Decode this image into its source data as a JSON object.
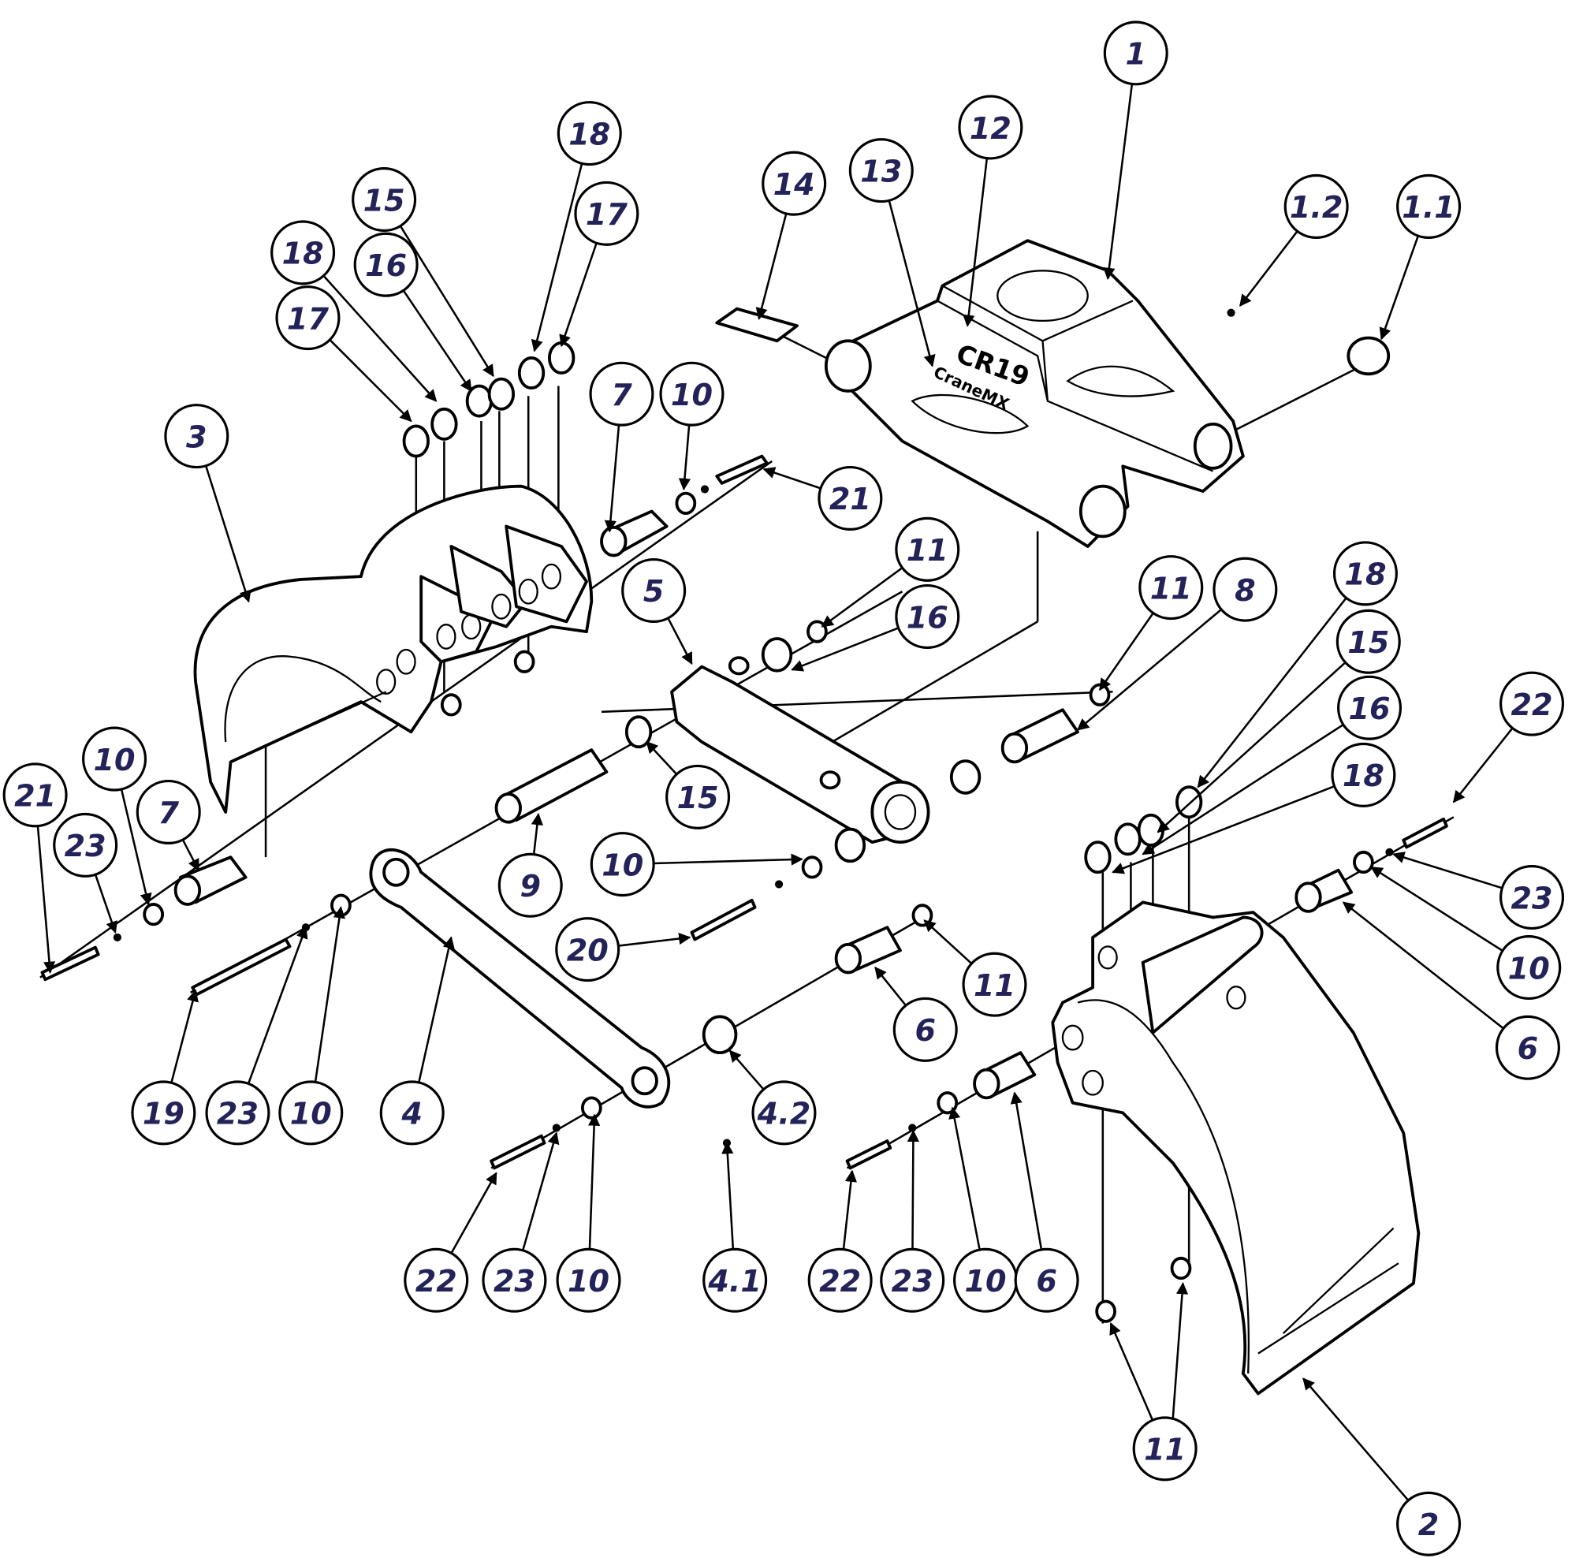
{
  "diagram": {
    "type": "exploded parts assembly",
    "label_color": "#23235a",
    "logo_text": {
      "model": "CR19",
      "brand": "CraneMX"
    },
    "callouts": [
      "1",
      "12",
      "13",
      "14",
      "1.2",
      "1.1",
      "18",
      "17",
      "15",
      "16",
      "18",
      "17",
      "3",
      "7",
      "10",
      "21",
      "11",
      "16",
      "5",
      "11",
      "8",
      "18",
      "15",
      "16",
      "18",
      "22",
      "23",
      "10",
      "6",
      "21",
      "10",
      "23",
      "7",
      "15",
      "10",
      "9",
      "20",
      "11",
      "6",
      "4.2",
      "19",
      "23",
      "10",
      "4",
      "22",
      "23",
      "10",
      "4.1",
      "22",
      "23",
      "10",
      "6",
      "11",
      "2"
    ]
  }
}
